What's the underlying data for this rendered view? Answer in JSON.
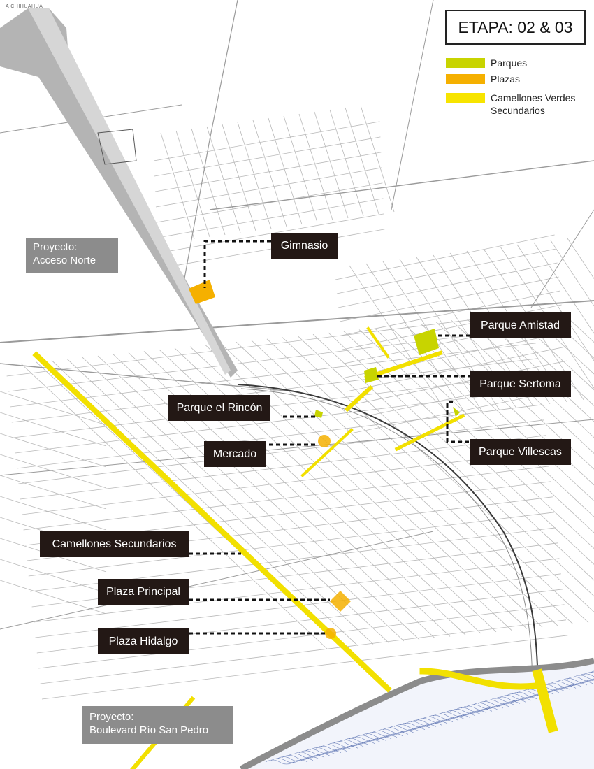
{
  "map": {
    "title": "ETAPA: 02 & 03",
    "city_label": "A CHIHUAHUA",
    "legend": [
      {
        "label": "Parques",
        "color": "#c8d400"
      },
      {
        "label": "Plazas",
        "color": "#f5b000"
      },
      {
        "label": "Camellones Verdes Secundarios",
        "color": "#f7e400"
      }
    ],
    "callouts": {
      "gimnasio": "Gimnasio",
      "parque_amistad": "Parque Amistad",
      "parque_sertoma": "Parque Sertoma",
      "parque_rincon": "Parque el Rincón",
      "mercado": "Mercado",
      "parque_villescas": "Parque Villescas",
      "camellones": "Camellones Secundarios",
      "plaza_principal": "Plaza Principal",
      "plaza_hidalgo": "Plaza Hidalgo"
    },
    "projects": {
      "acceso_norte": {
        "line1": "Proyecto:",
        "line2": "Acceso Norte"
      },
      "boulevard": {
        "line1": "Proyecto:",
        "line2": "Boulevard Río San Pedro"
      }
    }
  }
}
